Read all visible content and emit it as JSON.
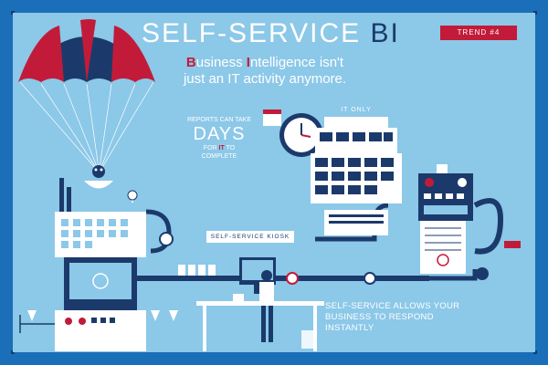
{
  "title": {
    "main": "SELF-SERVICE ",
    "accent": "BI"
  },
  "badge": "TREND #4",
  "subtitle": {
    "b_initial": "B",
    "b_rest": "usiness ",
    "i_initial": "I",
    "i_rest": "ntelligence isn't",
    "line2": "just an IT activity anymore."
  },
  "reports": {
    "line1": "REPORTS CAN TAKE",
    "big": "DAYS",
    "for": "FOR ",
    "it": "IT",
    "to": " TO",
    "complete": "COMPLETE"
  },
  "it_only": "IT ONLY",
  "kiosk": "SELF-SERVICE KIOSK",
  "allows": {
    "line1": "SELF-SERVICE ALLOWS YOUR",
    "line2": "BUSINESS TO RESPOND INSTANTLY"
  },
  "colors": {
    "background": "#8cc8e8",
    "frame": "#1a6fb8",
    "accent_red": "#c21b3a",
    "navy": "#1b3a6b",
    "white": "#ffffff"
  },
  "icons": [
    "parachute-icon",
    "clock-icon",
    "calendar-icon",
    "factory-machine-icon",
    "server-tower-icon",
    "robot-machine-icon",
    "person-at-computer-icon",
    "pipeline-icon",
    "gauge-icon",
    "trash-bin-icon"
  ]
}
